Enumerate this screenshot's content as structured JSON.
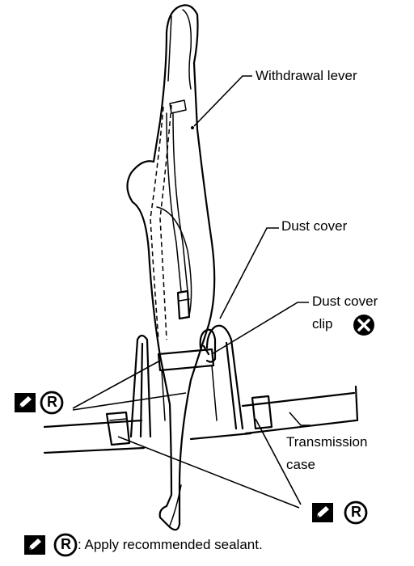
{
  "labels": {
    "withdrawal_lever": "Withdrawal lever",
    "dust_cover": "Dust cover",
    "dust_cover_clip_line1": "Dust cover",
    "dust_cover_clip_line2": "clip",
    "transmission_case_line1": "Transmission",
    "transmission_case_line2": "case",
    "legend_text": ": Apply recommended sealant."
  },
  "symbols": {
    "sealant_letter": "R",
    "sealant_icon": "sealant-pencil-icon",
    "non_reusable_icon": "x-circle-icon"
  }
}
